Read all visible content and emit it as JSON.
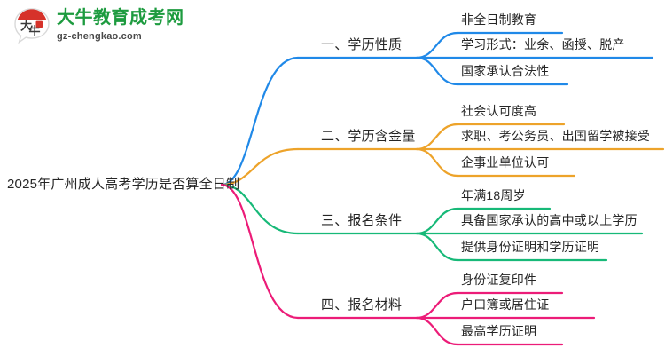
{
  "logo": {
    "mark_name": "daniu-speech-bubble-logo",
    "title_cn": "大牛教育成考网",
    "title_en": "gz-chengkao.com",
    "brand_green": "#1d9b3f",
    "brand_red": "#d6322a"
  },
  "mindmap": {
    "root": "2025年广州成人高考学历是否算全日制",
    "branches": [
      {
        "label": "一、学历性质",
        "color": "#2089e8",
        "children": [
          "非全日制教育",
          "学习形式：业余、函授、脱产",
          "国家承认合法性"
        ]
      },
      {
        "label": "二、学历含金量",
        "color": "#eda32a",
        "children": [
          "社会认可度高",
          "求职、考公务员、出国留学被接受",
          "企事业单位认可"
        ]
      },
      {
        "label": "三、报名条件",
        "color": "#17b978",
        "children": [
          "年满18周岁",
          "具备国家承认的高中或以上学历",
          "提供身份证明和学历证明"
        ]
      },
      {
        "label": "四、报名材料",
        "color": "#ec1c78",
        "children": [
          "身份证复印件",
          "户口簿或居住证",
          "最高学历证明"
        ]
      }
    ]
  }
}
